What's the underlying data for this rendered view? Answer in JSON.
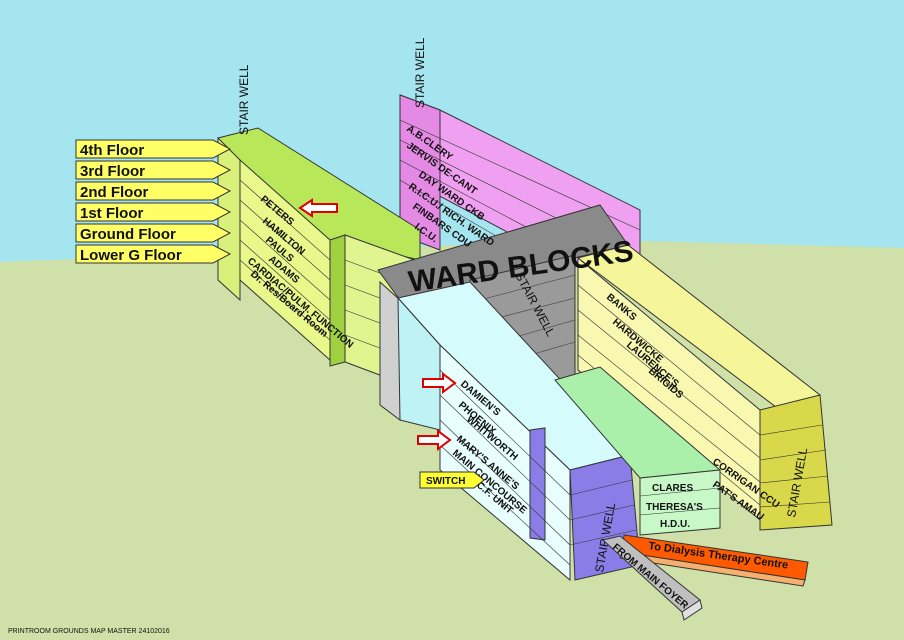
{
  "title": "WARD BLOCKS",
  "stairwell_label": "STAIR WELL",
  "floors": [
    "4th Floor",
    "3rd Floor",
    "2nd Floor",
    "1st Floor",
    "Ground Floor",
    "Lower G Floor"
  ],
  "blocks": {
    "green_block": {
      "wards": [
        "PETERS",
        "HAMILTON",
        "PAULS",
        "ADAMS",
        "CARDIAC/PULM. FUNCTION",
        "Dr. Res/Board Room"
      ]
    },
    "pink_block": {
      "wards": [
        "A.B.CLERY",
        "JERVIS DE-CANT",
        "DAY WARD CKB",
        "R.I.C.U./ RICH. WARD",
        "FINBARS CDU",
        "I.C.U."
      ]
    },
    "cyan_block": {
      "wards": [
        "DAMIEN'S",
        "PHOENIX",
        "WHITWORTH",
        "MARY'S   ANNE'S",
        "MAIN CONCOURSE",
        "C.F. UNIT"
      ]
    },
    "yellow_block": {
      "wards": [
        "BANKS",
        "HARDWICKE",
        "LAURENCE'S",
        "BRIGIDS"
      ],
      "right_wards": [
        "CORRIGAN   CCU",
        "PAT'S     AMAU"
      ]
    },
    "light_green_block": {
      "wards": [
        "CLARES",
        "THERESA'S",
        "H.D.U."
      ]
    }
  },
  "switch_label": "SWITCH",
  "dialysis_label": "To Dialysis Therapy Centre",
  "foyer_label": "FROM MAIN FOYER",
  "footer": "PRINTROOM GROUNDS MAP MASTER 24102016",
  "colors": {
    "sky": "#a5e5f0",
    "ground": "#cfe0a8",
    "green_block": "#b8e85a",
    "pink_block": "#f0a0f0",
    "cyan_block": "#d6fbfc",
    "yellow_block": "#f5f59a",
    "light_green_block": "#aaf0aa",
    "grey": "#8a8a8a",
    "purple": "#8b7de8",
    "dialysis": "#ff5a00",
    "floor_tag": "#ffff66"
  }
}
